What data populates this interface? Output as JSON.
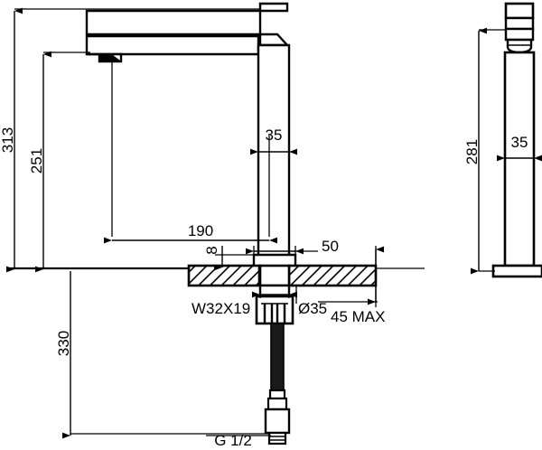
{
  "drawing": {
    "title": "Faucet Technical Dimension Drawing",
    "units": "mm",
    "line_color": "#000000",
    "background_color": "#ffffff",
    "views": [
      {
        "name": "front-elevation",
        "position": "left"
      },
      {
        "name": "side-elevation",
        "position": "right"
      }
    ]
  },
  "dimensions": {
    "total_height": "313",
    "spout_height": "251",
    "spout_reach": "190",
    "body_width": "35",
    "spout_thickness": "8",
    "base_width": "50",
    "hole_diameter": "Ø35",
    "max_thickness": "45 MAX",
    "thread_nut": "W32X19",
    "tail_length": "330",
    "supply_thread": "G 1/2",
    "side_height": "281",
    "side_width": "35"
  },
  "labels": {
    "height_313": "313",
    "height_251": "251",
    "reach_190": "190",
    "width_35": "35",
    "thickness_8": "8",
    "base_50": "50",
    "thread_w32x19": "W32X19",
    "dia_35": "Ø35",
    "max_45": "45 MAX",
    "depth_330": "330",
    "conn_g12": "G 1/2",
    "side_281": "281",
    "side_35": "35"
  }
}
